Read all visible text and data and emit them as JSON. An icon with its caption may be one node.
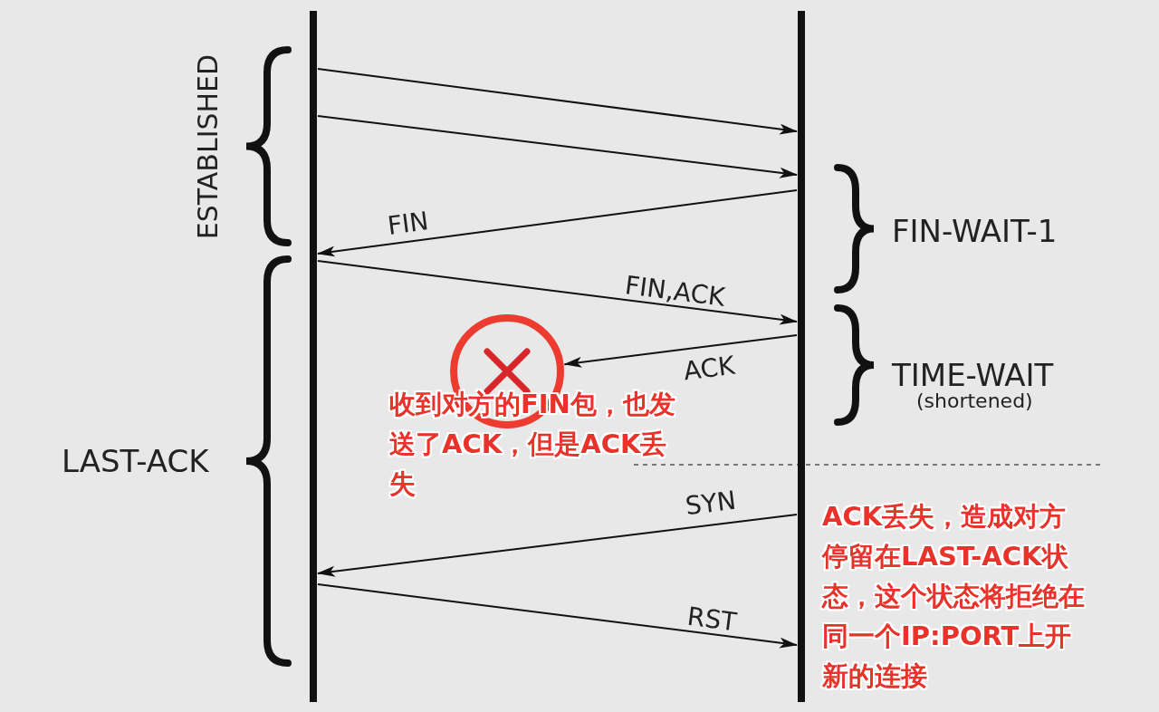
{
  "diagram": {
    "nodes": [
      {
        "text": [],
        "shape": "bar"
      },
      {
        "text": [],
        "shape": "bar"
      },
      {
        "text": [],
        "shape": "circle"
      }
    ],
    "edges": [
      {
        "from": 0,
        "to": 1,
        "arrow": "to"
      },
      {
        "from": 0,
        "to": 1,
        "arrow": "to"
      },
      {
        "from": 1,
        "to": 0,
        "arrow": "to",
        "label": "FIN"
      },
      {
        "from": 0,
        "to": 1,
        "arrow": "to",
        "label": "FIN,ACK"
      },
      {
        "from": 1,
        "to": 2,
        "arrow": "to",
        "label": "ACK"
      },
      {
        "from": 1,
        "to": 0,
        "arrow": "to",
        "label": "SYN"
      },
      {
        "from": 0,
        "to": 1,
        "arrow": "to",
        "label": "RST"
      }
    ],
    "labels": [
      "ESTABLISHED",
      "FIN-WAIT-1",
      "TIME-WAIT",
      "(shortened)",
      "收到对方的FIN包，也发送了ACK，但是ACK丢失",
      "LAST-ACK",
      "ACK丢失，造成对方停留在LAST-ACK状态，这个状态将拒绝在同一个IP:PORT上开新的连接"
    ]
  }
}
